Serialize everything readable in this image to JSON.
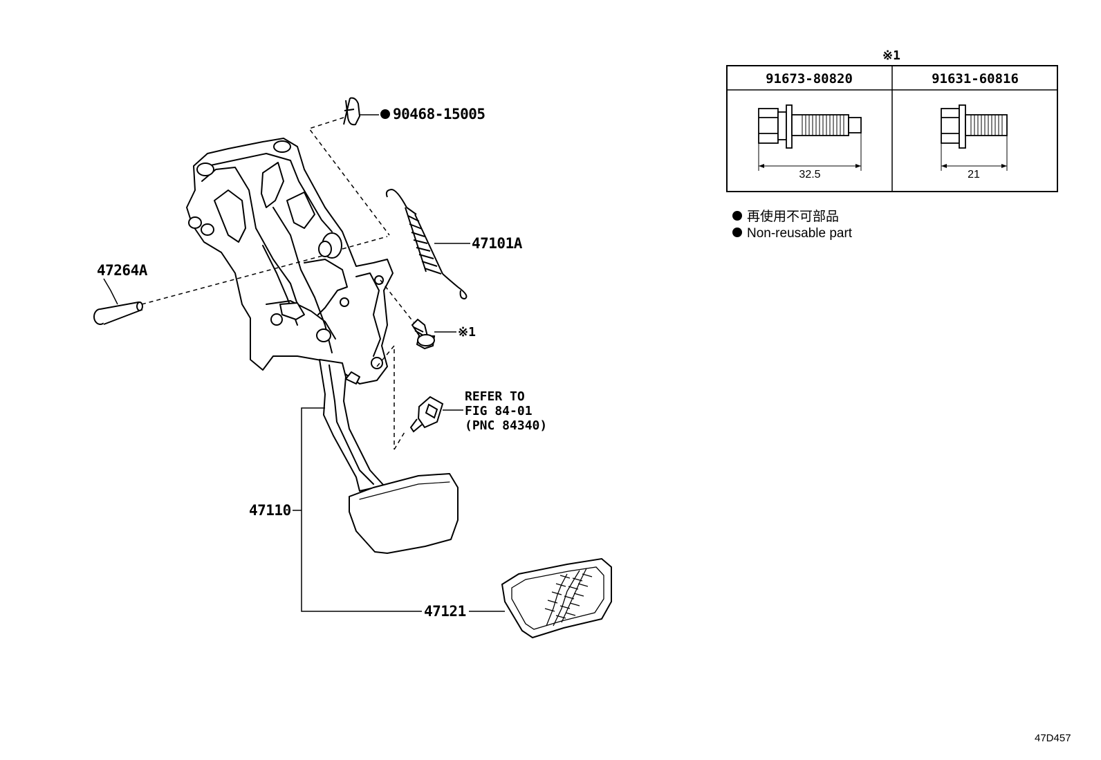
{
  "parts": {
    "clip": "90468-15005",
    "spring": "47101A",
    "pin": "47264A",
    "bolt_ref": "※1",
    "pedal_arm": "47110",
    "pedal_pad": "47121"
  },
  "refer": {
    "line1": "REFER TO",
    "line2": "FIG 84-01",
    "line3": "(PNC 84340)"
  },
  "bolt_table": {
    "title": "※1",
    "columns": [
      {
        "part_no": "91673-80820",
        "length": "32.5"
      },
      {
        "part_no": "91631-60816",
        "length": "21"
      }
    ]
  },
  "legend": {
    "line_jp": "再使用不可部品",
    "line_en": "Non-reusable part"
  },
  "figure_id": "47D457"
}
